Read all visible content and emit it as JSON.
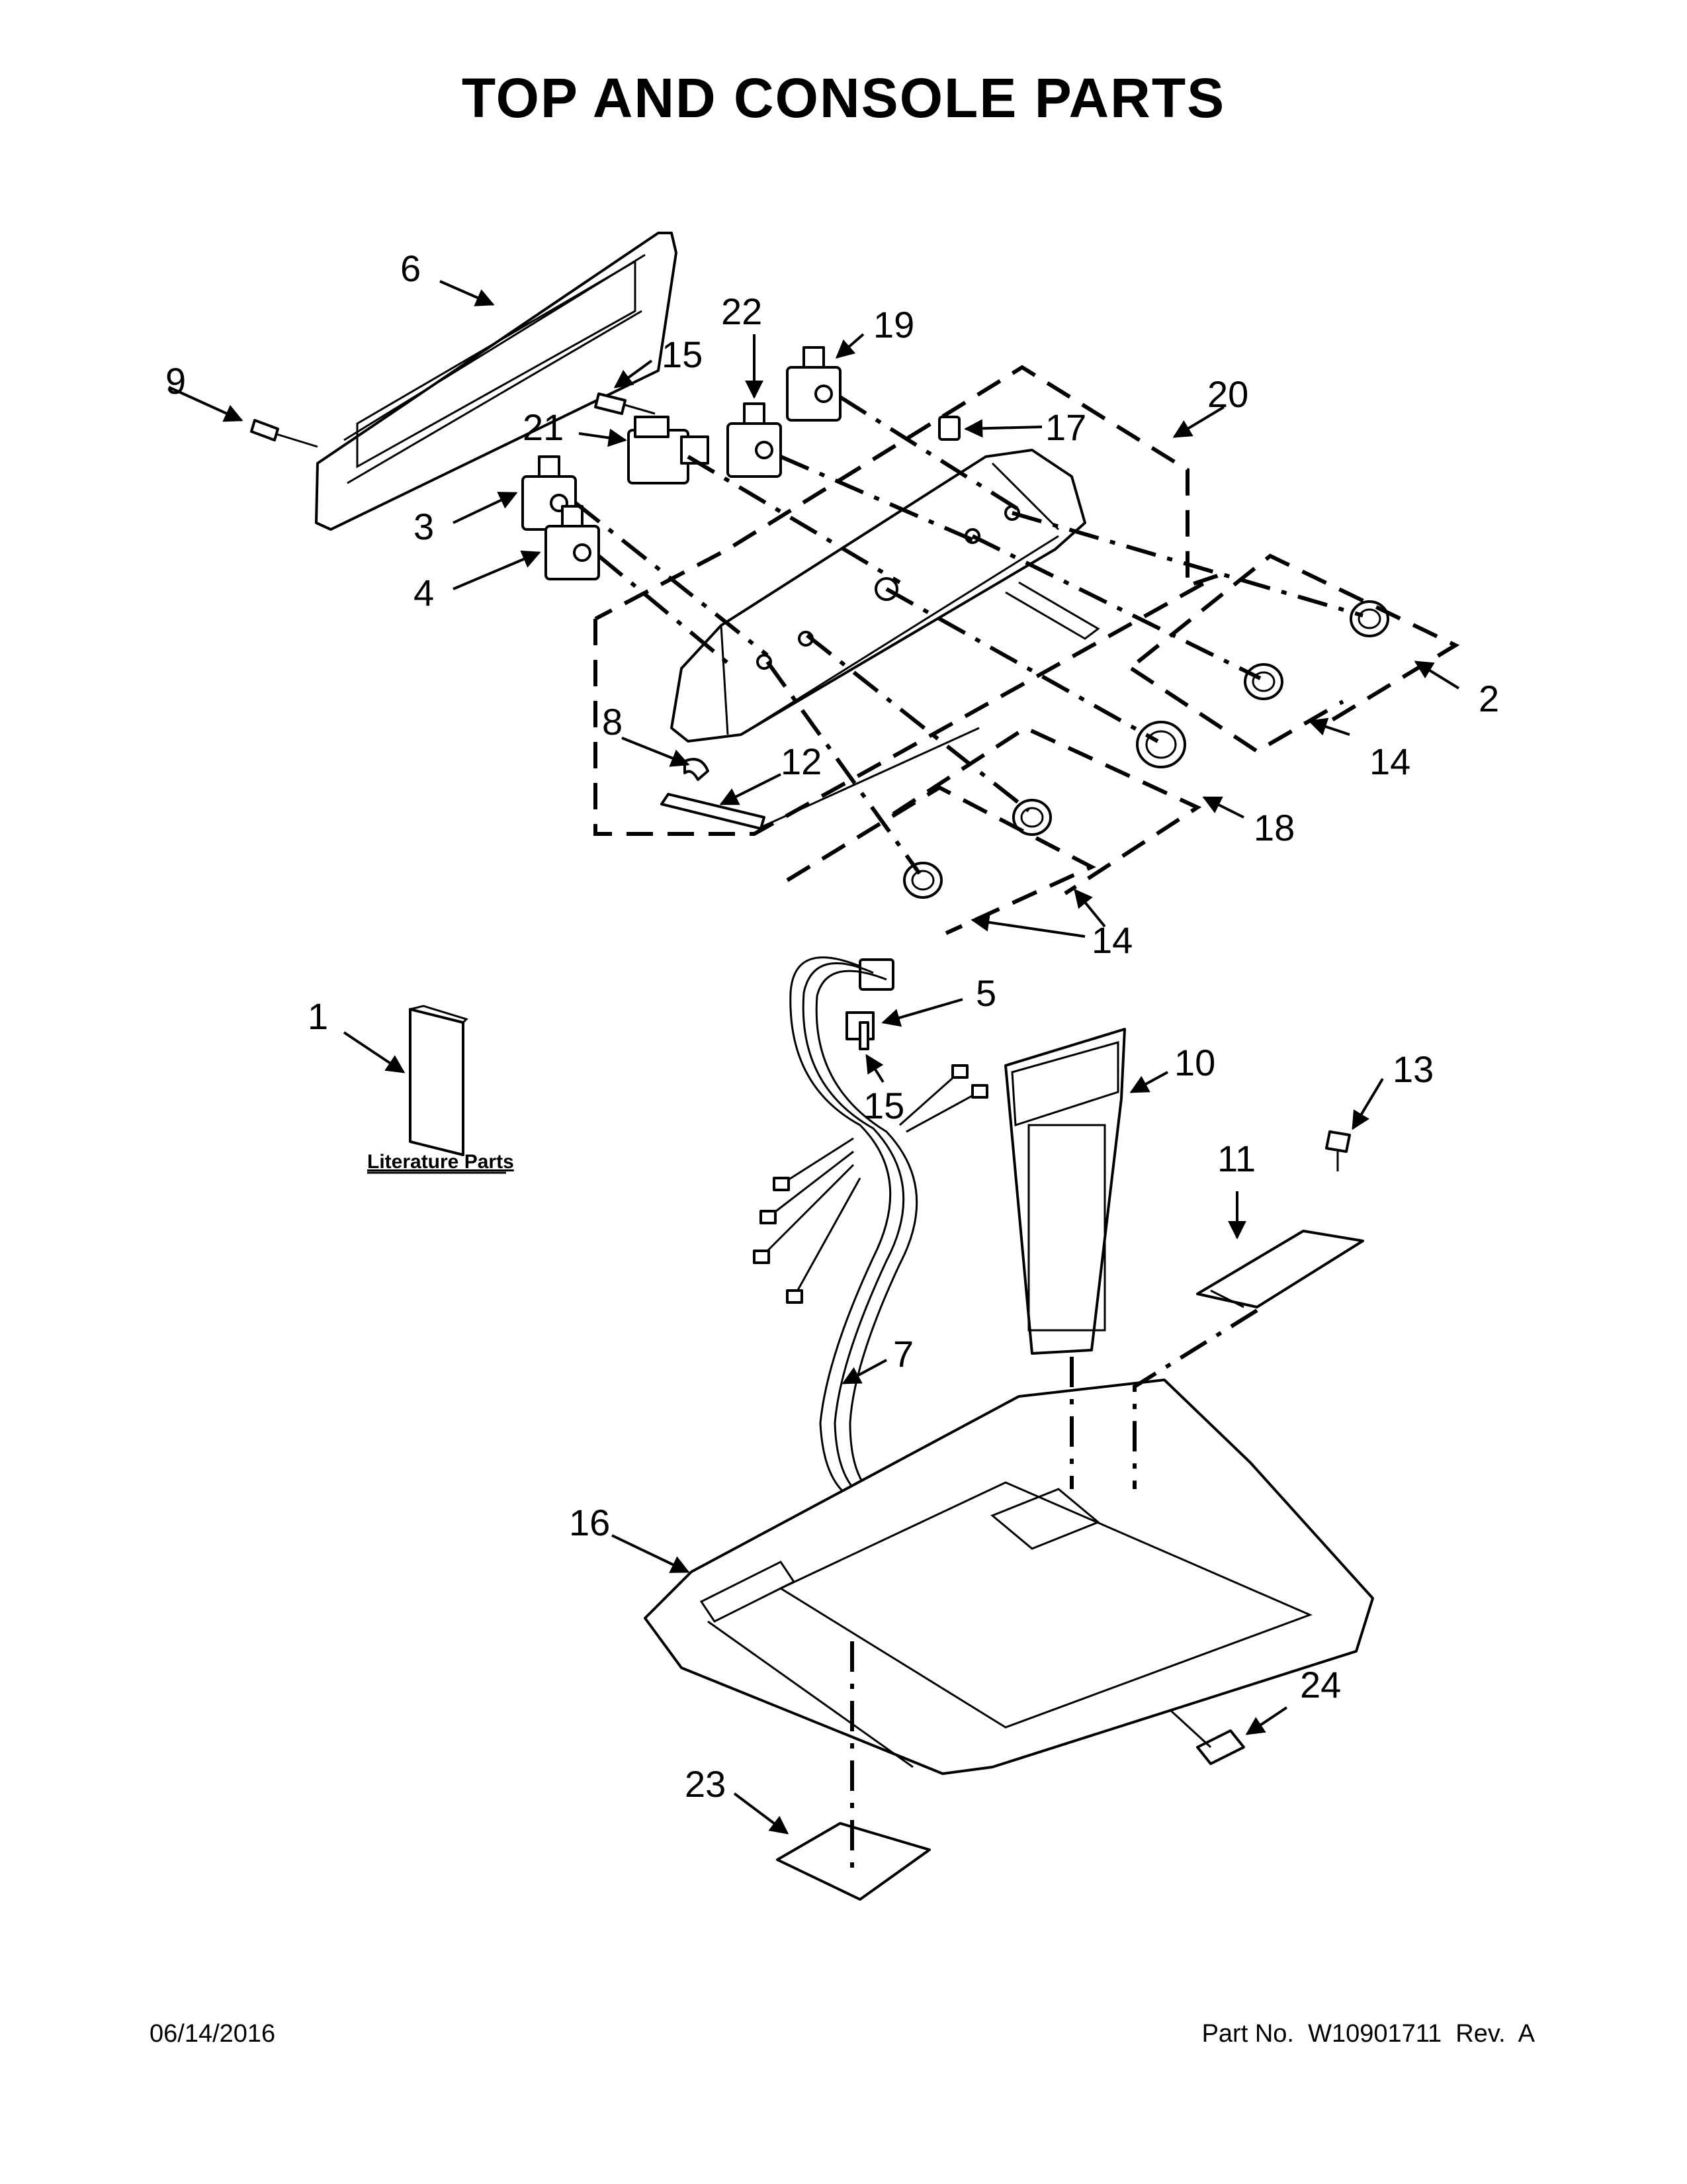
{
  "title": "TOP AND CONSOLE PARTS",
  "footer": {
    "date": "06/14/2016",
    "part_no": "Part No.  W10901711  Rev.  A"
  },
  "literature_label": "Literature Parts",
  "callouts": {
    "c1": "1",
    "c2": "2",
    "c3": "3",
    "c4": "4",
    "c5": "5",
    "c6": "6",
    "c7": "7",
    "c8": "8",
    "c9": "9",
    "c10": "10",
    "c11": "11",
    "c12": "12",
    "c13": "13",
    "c14a": "14",
    "c14b": "14",
    "c15a": "15",
    "c15b": "15",
    "c16": "16",
    "c17": "17",
    "c18": "18",
    "c19": "19",
    "c20": "20",
    "c21": "21",
    "c22": "22",
    "c23": "23",
    "c24": "24"
  }
}
